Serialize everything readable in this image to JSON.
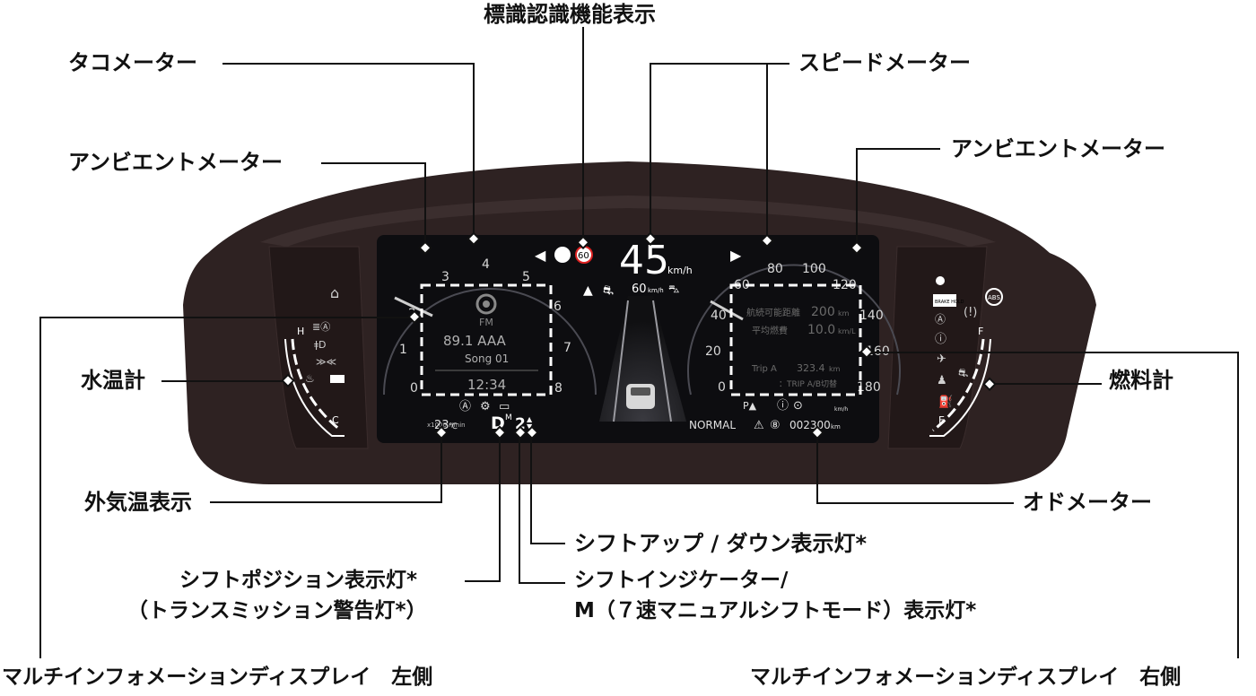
{
  "callouts": {
    "sign_recognition": "標識認識機能表示",
    "tachometer": "タコメーター",
    "speedometer": "スピードメーター",
    "ambient_meter_left": "アンビエントメーター",
    "ambient_meter_right": "アンビエントメーター",
    "water_temp": "水温計",
    "fuel_gauge": "燃料計",
    "outside_temp": "外気温表示",
    "odometer": "オドメーター",
    "shift_updown": "シフトアップ / ダウン表示灯*",
    "shift_position_line1": "シフトポジション表示灯*",
    "shift_position_line2": "（トランスミッション警告灯*）",
    "shift_indicator_line1": "シフトインジケーター/",
    "shift_indicator_line2": "M（７速マニュアルシフトモード）表示灯*",
    "mid_left": "マルチインフォメーションディスプレイ　左側",
    "mid_right": "マルチインフォメーションディスプレイ　右側"
  },
  "cluster": {
    "speed_value": "45",
    "speed_unit": "km/h",
    "speed_limit_sign": "60",
    "acc_set_speed": "60",
    "acc_unit": "km/h",
    "tacho_ticks": [
      "0",
      "1",
      "2",
      "3",
      "4",
      "5",
      "6",
      "7",
      "8"
    ],
    "tacho_unit": "x1000 r/min",
    "speed_ticks": [
      "0",
      "20",
      "40",
      "60",
      "80",
      "100",
      "120",
      "140",
      "160",
      "180"
    ],
    "speed_unit_small": "km/h",
    "audio_source": "FM",
    "audio_station": "89.1 AAA",
    "audio_song": "Song 01",
    "clock": "12:34",
    "right_info_row1_label": "航続可能距離",
    "right_info_row1_value": "200",
    "right_info_row1_unit": "km",
    "right_info_row2_label": "平均燃費",
    "right_info_row2_value": "10.0",
    "right_info_row2_unit": "km/L",
    "trip_label": "Trip A",
    "trip_value": "323.4",
    "trip_unit": "km",
    "trip_switch": "：TRIP A/B切替",
    "outside_temp": "23",
    "outside_temp_unit": "℃",
    "shift_position": "D",
    "shift_mode": "M",
    "gear": "2",
    "drive_mode": "NORMAL",
    "odometer_value": "002300",
    "odometer_unit": "km",
    "water_hot": "H",
    "water_cold": "C",
    "fuel_full": "F",
    "fuel_empty": "E",
    "brake_hold": "BRAKE HOLD",
    "abs": "ABS"
  },
  "colors": {
    "bezel": "#2b2020",
    "screen": "#0e0e10",
    "callout_line": "#111111",
    "dashed_box": "#ffffff"
  }
}
